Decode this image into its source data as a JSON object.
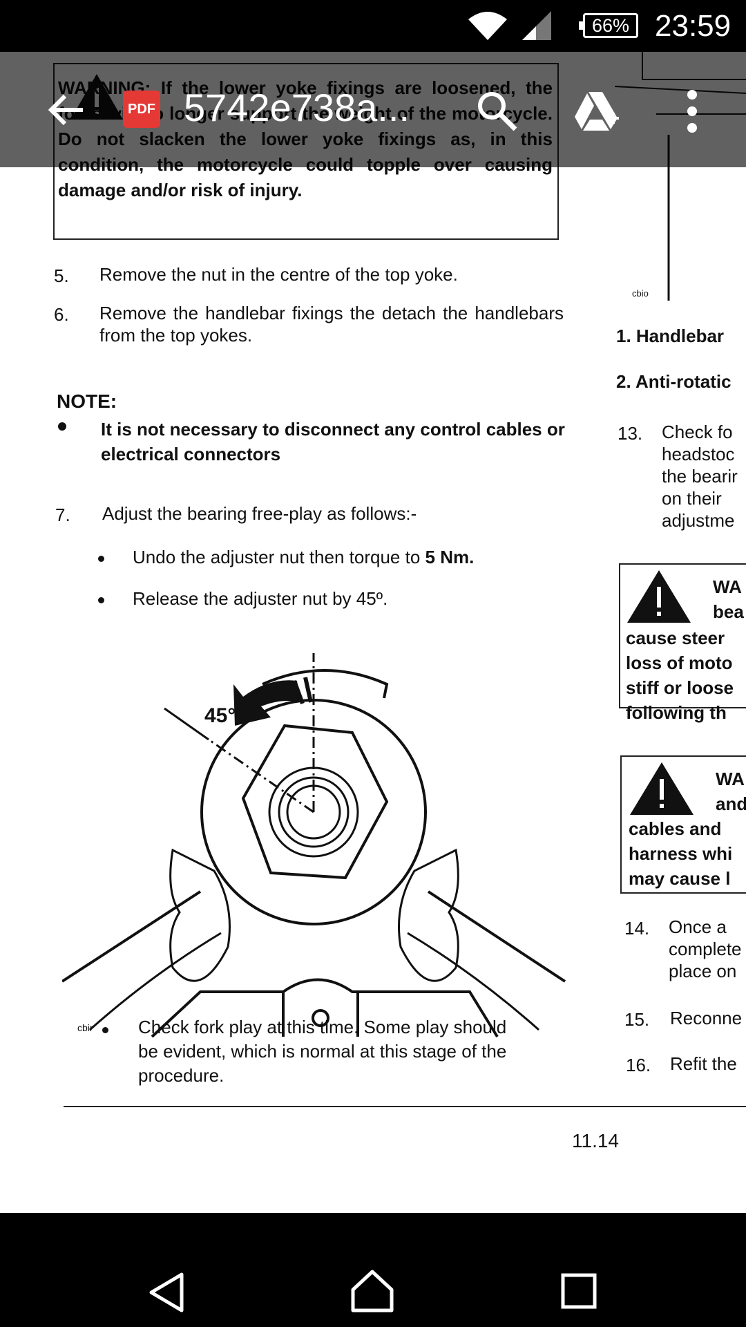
{
  "status_bar": {
    "battery": "66%",
    "time": "23:59"
  },
  "toolbar": {
    "pdf_badge": "PDF",
    "title": "5742e738a..."
  },
  "document": {
    "warning": "WARNING: If the lower yoke fixings are loosened, the forks will no longer support the weight of the motorcycle. Do not slacken the lower yoke fixings as, in this condition, the motorcycle could topple over causing damage and/or risk of injury.",
    "steps": [
      {
        "num": "5.",
        "text": "Remove the nut in the centre of the top yoke."
      },
      {
        "num": "6.",
        "text": "Remove the handlebar fixings the detach the handlebars from the top yokes."
      }
    ],
    "note_heading": "NOTE:",
    "note_bullet": "It is not necessary to disconnect any control cables or electrical connectors",
    "step7": {
      "num": "7.",
      "text": "Adjust the bearing free-play as follows:-"
    },
    "bullet1_pre": "Undo the adjuster nut then torque to ",
    "bullet1_bold": "5 Nm.",
    "bullet2": "Release the adjuster nut by 45º.",
    "diagram_angle": "45°",
    "diagram_code": "cbir",
    "bullet3": "Check fork play at this time. Some play should be evident, which is normal at this stage of the procedure.",
    "page_number": "11.14",
    "right_code": "cbio",
    "right_captions": [
      "1. Handlebar",
      "2. Anti-rotatic"
    ],
    "step13": {
      "num": "13.",
      "lines": [
        "Check fo",
        "headstoc",
        "the bearir",
        "on their",
        "adjustme"
      ]
    },
    "warn2": {
      "lines": [
        "WA",
        "bea",
        "cause steer",
        "loss of moto",
        "stiff or loose",
        "following th"
      ]
    },
    "warn3": {
      "lines": [
        "WA",
        "and",
        "cables and",
        "harness whi",
        "may cause l"
      ]
    },
    "step14": {
      "num": "14.",
      "lines": [
        "Once a",
        "complete",
        "place on"
      ]
    },
    "step15": {
      "num": "15.",
      "text": "Reconne"
    },
    "step16": {
      "num": "16.",
      "text": "Refit the"
    }
  }
}
